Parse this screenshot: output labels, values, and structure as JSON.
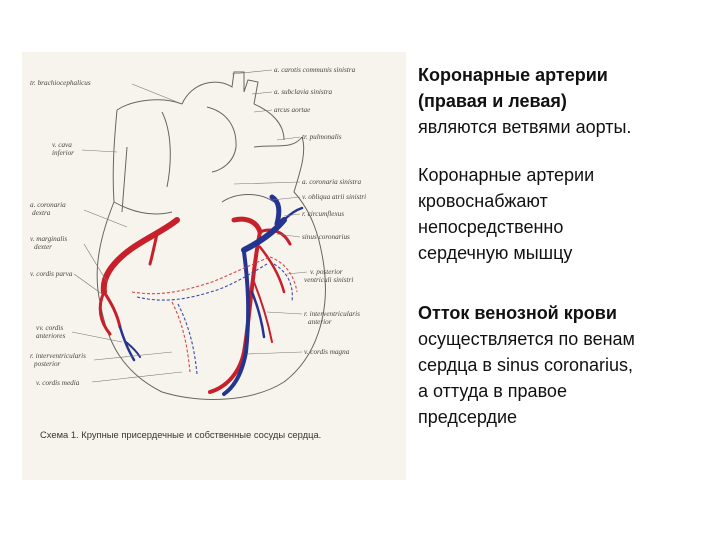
{
  "figure": {
    "caption": "Схема 1. Крупные присердечные и собственные сосуды сердца.",
    "labels_left": {
      "tr_brachiocephalicus": "tr. brachiocephalicus",
      "v_cava_inferior_1": "v. cava",
      "v_cava_inferior_2": "inferior",
      "a_coronaria_dextra_1": "a. coronaria",
      "a_coronaria_dextra_2": "dextra",
      "v_marginalis_dexter_1": "v. marginalis",
      "v_marginalis_dexter_2": "dexter",
      "v_cordis_parva": "v. cordis parva",
      "vv_cordis_anteriores_1": "vv. cordis",
      "vv_cordis_anteriores_2": "anteriores",
      "r_interventricularis_posterior_1": "r. interventricularis",
      "r_interventricularis_posterior_2": "posterior",
      "v_cordis_media": "v. cordis media"
    },
    "labels_right": {
      "a_carotis_communis_sinistra": "a. carotis communis sinistra",
      "a_subclavia_sinistra": "a. subclavia sinistra",
      "arcus_aortae": "arcus aortae",
      "tr_pulmonalis": "tr. pulmonalis",
      "a_coronaria_sinistra": "a. coronaria sinistra",
      "v_obliqua_atrii_sinistri": "v. obliqua atrii sinistri",
      "r_circumflexus": "r. circumflexus",
      "sinus_coronarius": "sinus coronarius",
      "v_posterior_1": "v. posterior",
      "v_posterior_2": "ventriculi sinistri",
      "r_interventricularis_anterior_1": "r. interventricularis",
      "r_interventricularis_anterior_2": "anterior",
      "v_cordis_magna": "v. cordis magna"
    }
  },
  "text": {
    "p1_bold_1": "Коронарные артерии",
    "p1_bold_2": "(правая и левая)",
    "p1_rest": "являются ветвями аорты.",
    "p2_1": "Коронарные артерии",
    "p2_2": "кровоснабжают",
    "p2_3": "непосредственно",
    "p2_4": "сердечную мышцу",
    "p3_bold": "Отток венозной крови",
    "p3_1": "осуществляется по венам",
    "p3_2": "сердца в sinus coronarius,",
    "p3_3": "а оттуда в правое",
    "p3_4": "предсердие"
  },
  "colors": {
    "artery": "#c8202a",
    "vein": "#24358f",
    "figure_background": "#f7f4ee"
  }
}
